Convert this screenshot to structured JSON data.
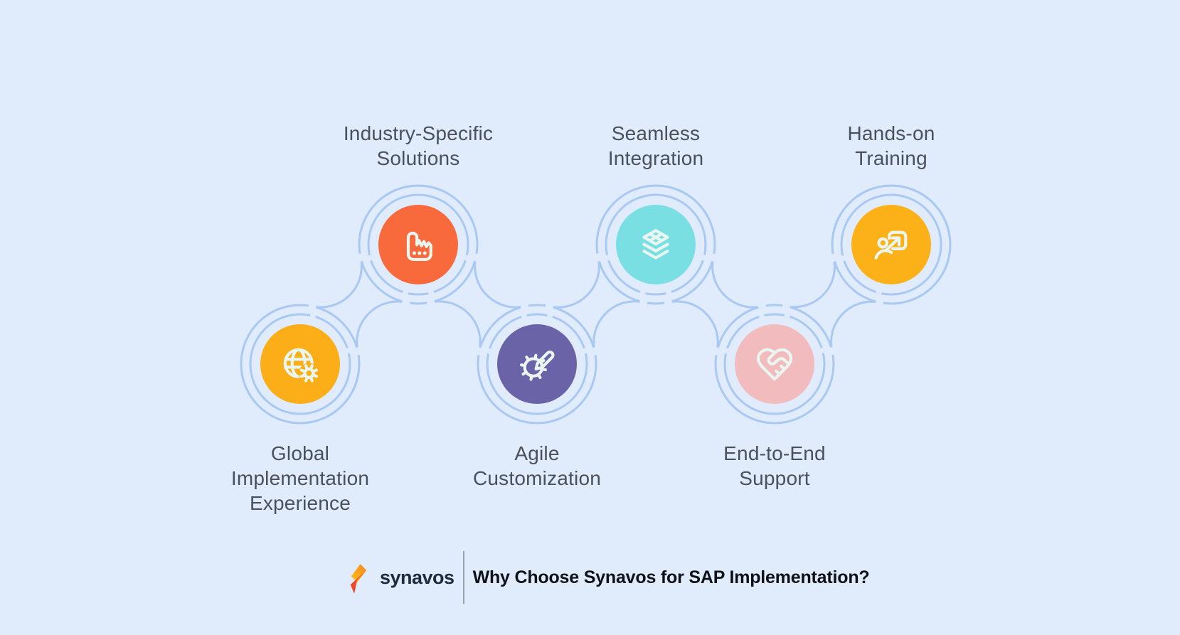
{
  "colors": {
    "background": "#E0EBFC",
    "connector": "#A9C9F3",
    "icon_stroke": "#EAF7F1",
    "label_text": "#4A505C",
    "title_text": "#0D1219",
    "brand_text": "#222B3A",
    "logo_orange": "#F6891F",
    "logo_yellow": "#FCC21B",
    "logo_red": "#E8432C"
  },
  "nodes": [
    {
      "id": "global-implementation-experience",
      "label": "Global\nImplementation\nExperience",
      "color": "#FBAE17",
      "icon": "globe-gear-icon",
      "row": "bottom"
    },
    {
      "id": "industry-specific-solutions",
      "label": "Industry-Specific\nSolutions",
      "color": "#F8693C",
      "icon": "factory-icon",
      "row": "top"
    },
    {
      "id": "agile-customization",
      "label": "Agile\nCustomization",
      "color": "#6A63A8",
      "icon": "gear-pencil-icon",
      "row": "bottom"
    },
    {
      "id": "seamless-integration",
      "label": "Seamless\nIntegration",
      "color": "#79DFE3",
      "icon": "layers-icon",
      "row": "top"
    },
    {
      "id": "end-to-end-support",
      "label": "End-to-End\nSupport",
      "color": "#F2BCBF",
      "icon": "heart-handshake-icon",
      "row": "bottom"
    },
    {
      "id": "hands-on-training",
      "label": "Hands-on\nTraining",
      "color": "#FBB117",
      "icon": "person-arrow-icon",
      "row": "top"
    }
  ],
  "footer": {
    "brand": "synavos",
    "title": "Why Choose Synavos for SAP Implementation?"
  }
}
